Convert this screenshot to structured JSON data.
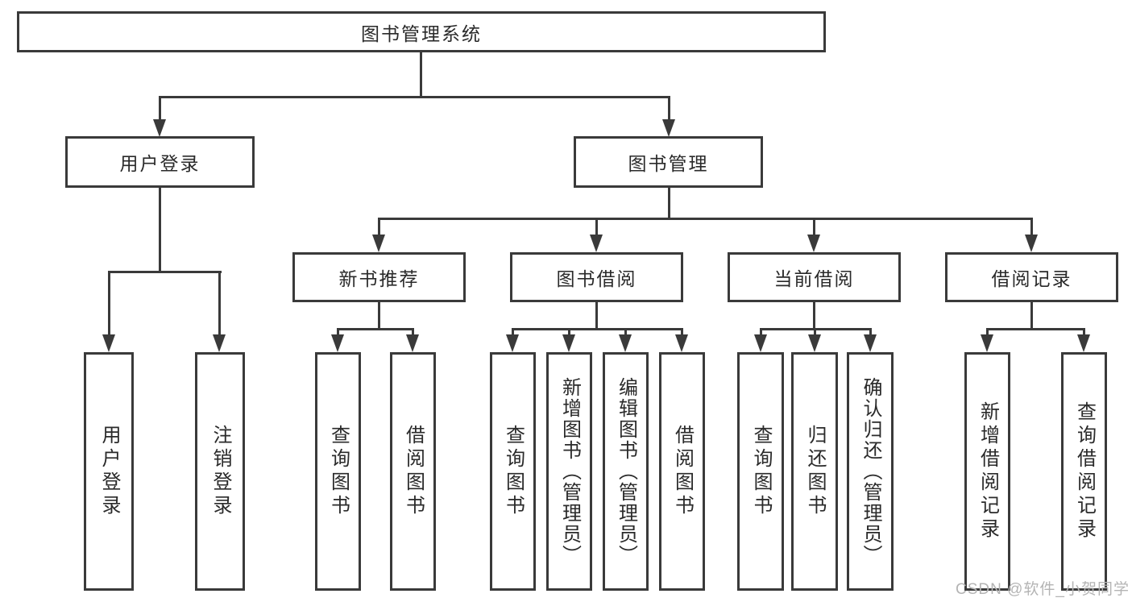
{
  "nodes": {
    "root": {
      "label": "图书管理系统"
    },
    "user_login": {
      "label": "用户登录"
    },
    "book_mgmt": {
      "label": "图书管理"
    },
    "new_books": {
      "label": "新书推荐"
    },
    "book_borrow": {
      "label": "图书借阅"
    },
    "current_borrow": {
      "label": "当前借阅"
    },
    "borrow_records": {
      "label": "借阅记录"
    },
    "leaves": {
      "login": [
        "用户登录",
        "注销登录"
      ],
      "new_books": [
        "查询图书",
        "借阅图书"
      ],
      "book_borrow": [
        "查询图书",
        "新增图书（管理员）",
        "编辑图书（管理员）",
        "借阅图书"
      ],
      "current_borrow": [
        "查询图书",
        "归还图书",
        "确认归还（管理员）"
      ],
      "borrow_records": [
        "新增借阅记录",
        "查询借阅记录"
      ]
    }
  },
  "colors": {
    "line": "#3a3a3a",
    "text": "#2a2a2a",
    "watermark": "#b4b4b4",
    "background": "#ffffff"
  },
  "watermark": "CSDN @软件_小贺同学"
}
